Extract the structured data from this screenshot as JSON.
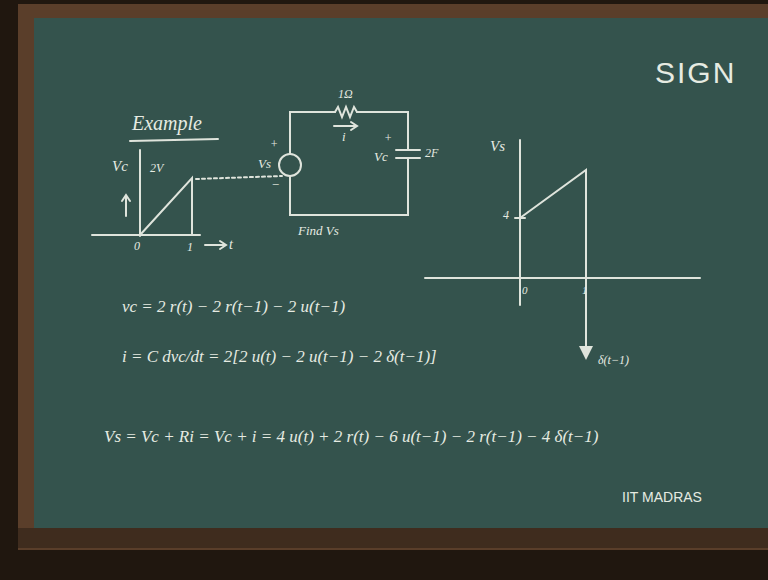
{
  "diagram": {
    "title": "Example",
    "labels": [
      "SIGN",
      "Vc",
      "2V",
      "0",
      "1",
      "t",
      "1Ω",
      "i",
      "+",
      "Vs",
      "−",
      "+",
      "Vc",
      "2F",
      "Find Vs",
      "Vs",
      "4",
      "0",
      "1",
      "δ(t−1)",
      "vc = 2 r(t) − 2 r(t−1) − 2 u(t−1)",
      "i = C dvc/dt = 2[2 u(t) − 2 u(t−1) − 2 δ(t−1)]",
      "Vs = Vc + Ri = Vc + i = 4 u(t) + 2 r(t) − 6 u(t−1) − 2 r(t−1) − 4 δ(t−1)",
      "IIT MADRAS"
    ]
  }
}
